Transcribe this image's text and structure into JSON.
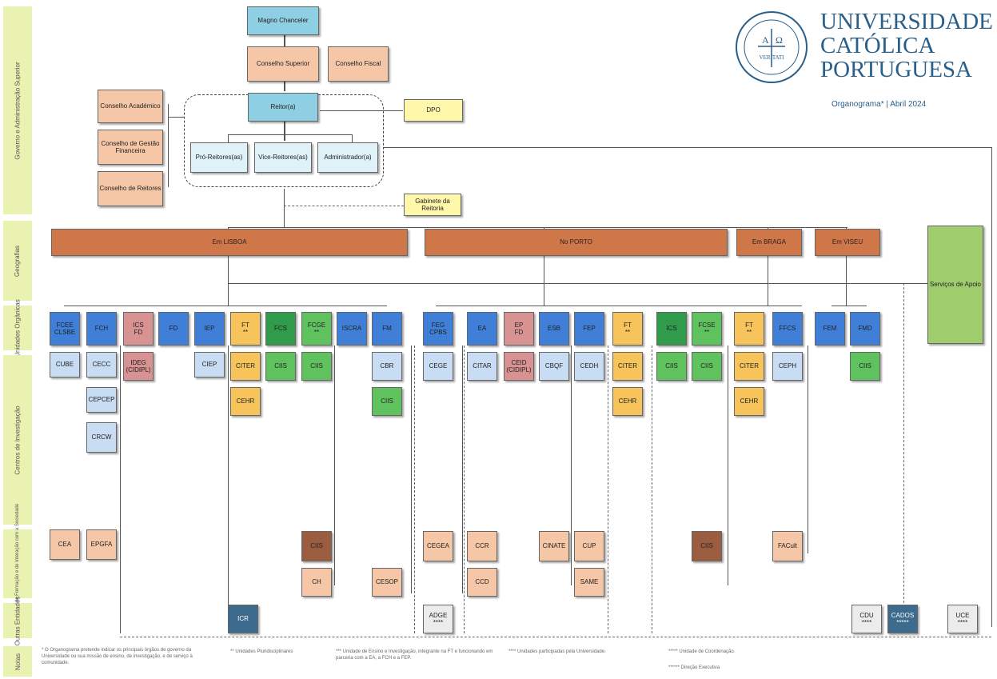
{
  "logo": {
    "line1": "UNIVERSIDADE",
    "line2": "CATÓLICA",
    "line3": "PORTUGUESA",
    "seal_text": "VERITATI",
    "subtitle": "Organograma* | Abril 2024"
  },
  "bands": [
    {
      "id": "governo",
      "label": "Governo e Administração Superior"
    },
    {
      "id": "geografias",
      "label": "Geografias"
    },
    {
      "id": "unidades",
      "label": "Unidades Orgânicas"
    },
    {
      "id": "centros",
      "label": "Centros de Investigação"
    },
    {
      "id": "formacao",
      "label": "Unidades de Formação e de Interação com a Sociedade"
    },
    {
      "id": "outras",
      "label": "Outras Entidades"
    },
    {
      "id": "notas",
      "label": "Notas"
    }
  ],
  "governance": {
    "magno": "Magno Chanceler",
    "superior": "Conselho Superior",
    "fiscal": "Conselho Fiscal",
    "academico": "Conselho Académico",
    "gestao": "Conselho de Gestão Financeira",
    "reitores": "Conselho de Reitores",
    "reitor": "Reitor(a)",
    "dpo": "DPO",
    "pro": "Pró-Reitores(as)",
    "vice": "Vice-Reitores(as)",
    "admin": "Administrador(a)",
    "gabinete": "Gabinete da Reitoria"
  },
  "geographies": [
    {
      "id": "lisboa",
      "label": "Em LISBOA"
    },
    {
      "id": "porto",
      "label": "No PORTO"
    },
    {
      "id": "braga",
      "label": "Em BRAGA"
    },
    {
      "id": "viseu",
      "label": "Em VISEU"
    }
  ],
  "servicos": "Serviços de Apoio",
  "units": [
    {
      "id": "u1",
      "label": "FCEE\nCLSBE",
      "color": "blue"
    },
    {
      "id": "u2",
      "label": "FCH",
      "color": "blue"
    },
    {
      "id": "u3",
      "label": "ICS\nFD",
      "color": "pink"
    },
    {
      "id": "u4",
      "label": "FD",
      "color": "blue"
    },
    {
      "id": "u5",
      "label": "IEP",
      "color": "blue"
    },
    {
      "id": "u6",
      "label": "FT\n**",
      "color": "yellow"
    },
    {
      "id": "u7",
      "label": "FCS",
      "color": "dgreen"
    },
    {
      "id": "u8",
      "label": "FCGE\n**",
      "color": "green"
    },
    {
      "id": "u9",
      "label": "ISCRA",
      "color": "blue"
    },
    {
      "id": "u10",
      "label": "FM",
      "color": "blue"
    },
    {
      "id": "u11",
      "label": "FEG\nCPBS",
      "color": "blue"
    },
    {
      "id": "u12",
      "label": "EA",
      "color": "blue"
    },
    {
      "id": "u13",
      "label": "EP\nFD",
      "color": "pink"
    },
    {
      "id": "u14",
      "label": "ESB",
      "color": "blue"
    },
    {
      "id": "u15",
      "label": "FEP",
      "color": "blue"
    },
    {
      "id": "u16",
      "label": "FT\n**",
      "color": "yellow"
    },
    {
      "id": "u17",
      "label": "ICS",
      "color": "dgreen"
    },
    {
      "id": "u18",
      "label": "FCSE\n**",
      "color": "green"
    },
    {
      "id": "u19",
      "label": "FT\n**",
      "color": "yellow"
    },
    {
      "id": "u20",
      "label": "FFCS",
      "color": "blue"
    },
    {
      "id": "u21",
      "label": "FEM",
      "color": "blue"
    },
    {
      "id": "u22",
      "label": "FMD",
      "color": "blue"
    }
  ],
  "research": [
    {
      "id": "r1",
      "label": "CUBE",
      "color": "lblue"
    },
    {
      "id": "r2",
      "label": "CECC",
      "color": "lblue"
    },
    {
      "id": "r3",
      "label": "CEPCEP",
      "color": "lblue"
    },
    {
      "id": "r4",
      "label": "CRCW",
      "color": "lblue"
    },
    {
      "id": "r5",
      "label": "IDEG\n(CIDIPL)",
      "color": "pink"
    },
    {
      "id": "r6",
      "label": "CIEP",
      "color": "lblue"
    },
    {
      "id": "r7",
      "label": "CITER",
      "color": "yellow"
    },
    {
      "id": "r8",
      "label": "CEHR",
      "color": "yellow"
    },
    {
      "id": "r9",
      "label": "CIIS",
      "color": "green"
    },
    {
      "id": "r10",
      "label": "CIIS",
      "color": "green"
    },
    {
      "id": "r11",
      "label": "CBR",
      "color": "lblue"
    },
    {
      "id": "r12",
      "label": "CIIS",
      "color": "green"
    },
    {
      "id": "r13",
      "label": "CEGE",
      "color": "lblue"
    },
    {
      "id": "r14",
      "label": "CITAR",
      "color": "lblue"
    },
    {
      "id": "r15",
      "label": "CEID\n(CIDIPL)",
      "color": "pink"
    },
    {
      "id": "r16",
      "label": "CBQF",
      "color": "lblue"
    },
    {
      "id": "r17",
      "label": "CEDH",
      "color": "lblue"
    },
    {
      "id": "r18",
      "label": "CITER",
      "color": "yellow"
    },
    {
      "id": "r19",
      "label": "CEHR",
      "color": "yellow"
    },
    {
      "id": "r20",
      "label": "CIIS",
      "color": "green"
    },
    {
      "id": "r21",
      "label": "CIIS",
      "color": "green"
    },
    {
      "id": "r22",
      "label": "CITER",
      "color": "yellow"
    },
    {
      "id": "r23",
      "label": "CEHR",
      "color": "yellow"
    },
    {
      "id": "r24",
      "label": "CEPH",
      "color": "lblue"
    },
    {
      "id": "r25",
      "label": "CIIS",
      "color": "green"
    }
  ],
  "formation": [
    {
      "id": "f1",
      "label": "CEA",
      "color": "peach"
    },
    {
      "id": "f2",
      "label": "EPGFA",
      "color": "peach"
    },
    {
      "id": "f3",
      "label": "CIIS",
      "color": "brown"
    },
    {
      "id": "f4",
      "label": "CH",
      "color": "peach"
    },
    {
      "id": "f5",
      "label": "CESOP",
      "color": "peach"
    },
    {
      "id": "f6",
      "label": "CEGEA",
      "color": "peach"
    },
    {
      "id": "f7",
      "label": "CCR",
      "color": "peach"
    },
    {
      "id": "f8",
      "label": "CCD",
      "color": "peach"
    },
    {
      "id": "f9",
      "label": "CINATE",
      "color": "peach"
    },
    {
      "id": "f10",
      "label": "CUP",
      "color": "peach"
    },
    {
      "id": "f11",
      "label": "SAME",
      "color": "peach"
    },
    {
      "id": "f12",
      "label": "CIIS",
      "color": "brown"
    },
    {
      "id": "f13",
      "label": "FACult",
      "color": "peach"
    }
  ],
  "others": [
    {
      "id": "o1",
      "label": "ICR",
      "color": "slate"
    },
    {
      "id": "o2",
      "label": "ADGE\n****",
      "color": "gray"
    },
    {
      "id": "o3",
      "label": "CDU\n****",
      "color": "gray"
    },
    {
      "id": "o4",
      "label": "CADOS\n*****",
      "color": "slate"
    },
    {
      "id": "o5",
      "label": "UCE\n****",
      "color": "gray"
    }
  ],
  "notes": [
    "* O Organograma pretende indicar os principais órgãos de governo da Universidade ou sua missão de ensino, de investigação, e de serviço à comunidade.",
    "** Unidades Pluridisciplinares",
    "*** Unidade de Ensino e Investigação, integrante na FT e funcionando em parceria com a EA, a FCH e a FEP.",
    "**** Unidades participadas pela Universidade.",
    "***** Unidade de Coordenação.",
    "****** Direção Executiva"
  ]
}
